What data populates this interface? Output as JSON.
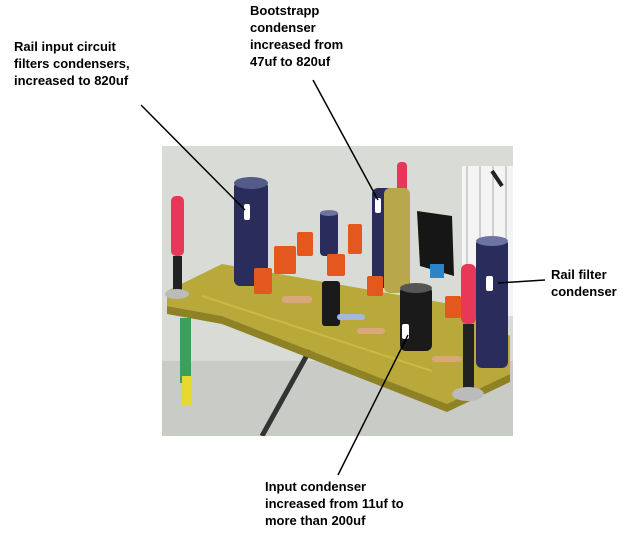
{
  "annotations": {
    "rail_input": "Rail input circuit\nfilters condensers,\nincreased to 820uf",
    "bootstrap": "Bootstrapp\ncondenser\nincreased from\n47uf to 820uf",
    "rail_filter": "Rail filter\ncondenser",
    "input_condenser": "Input condenser\nincreased from 11uf to\nmore than 200uf"
  },
  "colors": {
    "background": "#ffffff",
    "wall": "#d9dcd6",
    "pcb": "#b9a93a",
    "capacitor_blue": "#2a2d5c",
    "capacitor_gold": "#b9a74c",
    "capacitor_black": "#1a1a1a",
    "resistor_orange": "#e4571f",
    "standoff_pink": "#e8385a"
  }
}
